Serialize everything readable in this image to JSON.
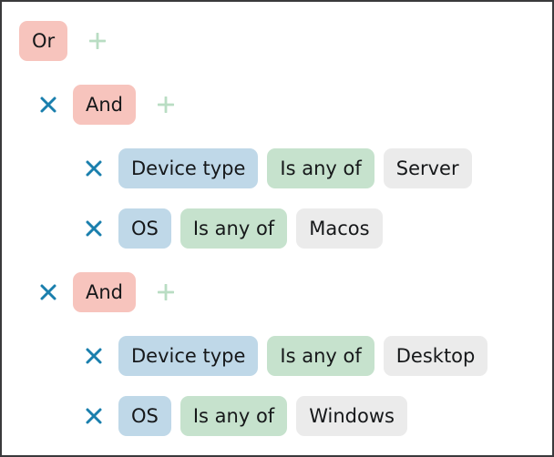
{
  "colors": {
    "operator_chip_bg": "#f7c4bd",
    "field_chip_bg": "#bfd8e8",
    "comparator_chip_bg": "#c6e2cd",
    "value_chip_bg": "#ebebeb",
    "remove_icon": "#1a7fad",
    "add_icon": "#b9ddc3",
    "border": "#3a3a3c",
    "canvas": "#ffffff",
    "text": "#16181a"
  },
  "icons": {
    "remove": "close-icon",
    "add": "plus-icon"
  },
  "query": {
    "root": {
      "operator_label": "Or",
      "add_label": "+",
      "groups": [
        {
          "operator_label": "And",
          "remove_label": "×",
          "add_label": "+",
          "conditions": [
            {
              "remove_label": "×",
              "field": "Device type",
              "comparator": "Is any of",
              "value": "Server"
            },
            {
              "remove_label": "×",
              "field": "OS",
              "comparator": "Is any of",
              "value": "Macos"
            }
          ]
        },
        {
          "operator_label": "And",
          "remove_label": "×",
          "add_label": "+",
          "conditions": [
            {
              "remove_label": "×",
              "field": "Device type",
              "comparator": "Is any of",
              "value": "Desktop"
            },
            {
              "remove_label": "×",
              "field": "OS",
              "comparator": "Is any of",
              "value": "Windows"
            }
          ]
        }
      ]
    }
  }
}
